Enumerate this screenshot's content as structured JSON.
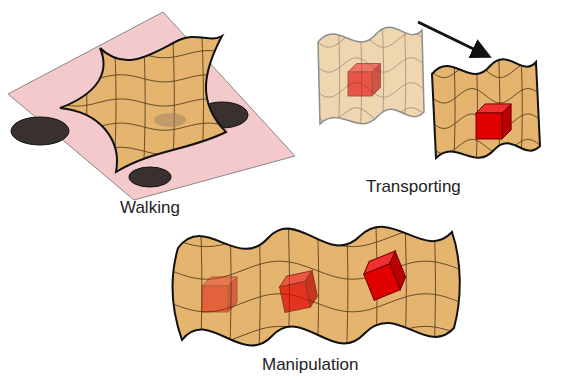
{
  "diagram": {
    "labels": [
      "Walking",
      "Transporting",
      "Manipulation"
    ]
  }
}
